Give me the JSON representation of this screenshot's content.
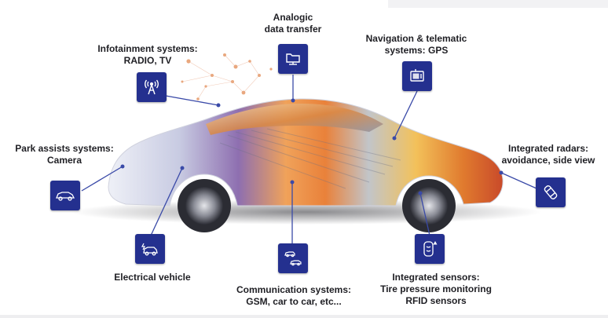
{
  "labels": {
    "analogic": [
      "Analogic",
      "data transfer"
    ],
    "infotainment": [
      "Infotainment systems:",
      "RADIO, TV"
    ],
    "navigation": [
      "Navigation & telematic",
      "systems: GPS"
    ],
    "park": [
      "Park assists systems:",
      "Camera"
    ],
    "radars": [
      "Integrated radars:",
      "avoidance, side view"
    ],
    "electrical": [
      "Electrical vehicle"
    ],
    "communication": [
      "Communication systems:",
      "GSM, car to car, etc..."
    ],
    "sensors": [
      "Integrated sensors:",
      "Tire pressure monitoring",
      "RFID sensors"
    ]
  },
  "icons": {
    "analogic": "folder-network-icon",
    "infotainment": "antenna-icon",
    "navigation": "gps-device-icon",
    "park": "car-camera-icon",
    "radars": "car-top-view-icon",
    "electrical": "electric-car-icon",
    "communication": "car-to-car-icon",
    "sensors": "tire-sensor-icon"
  },
  "colors": {
    "icon_background": "#24308f",
    "connector_line": "#3a4aa8"
  }
}
